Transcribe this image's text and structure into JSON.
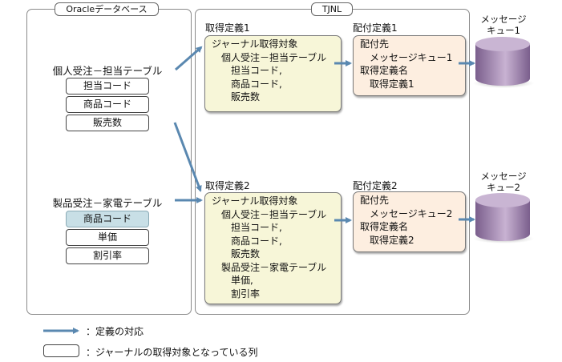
{
  "oracle_db": {
    "label": "Oracleデータベース",
    "tables": [
      {
        "name": "個人受注－担当テーブル",
        "columns": [
          {
            "name": "担当コード",
            "highlighted": false
          },
          {
            "name": "商品コード",
            "highlighted": false
          },
          {
            "name": "販売数",
            "highlighted": false
          }
        ]
      },
      {
        "name": "製品受注－家電テーブル",
        "columns": [
          {
            "name": "商品コード",
            "highlighted": true
          },
          {
            "name": "単価",
            "highlighted": false
          },
          {
            "name": "割引率",
            "highlighted": false
          }
        ]
      }
    ]
  },
  "tjnl": {
    "label": "TJNL",
    "acquisition_defs": [
      {
        "title": "取得定義1",
        "lines": [
          {
            "text": "ジャーナル取得対象",
            "indent": 0
          },
          {
            "text": "個人受注－担当テーブル",
            "indent": 1
          },
          {
            "text": "担当コード,",
            "indent": 2
          },
          {
            "text": "商品コード,",
            "indent": 2
          },
          {
            "text": "販売数",
            "indent": 2
          }
        ]
      },
      {
        "title": "取得定義2",
        "lines": [
          {
            "text": "ジャーナル取得対象",
            "indent": 0
          },
          {
            "text": "個人受注－担当テーブル",
            "indent": 1
          },
          {
            "text": "担当コード,",
            "indent": 2
          },
          {
            "text": "商品コード,",
            "indent": 2
          },
          {
            "text": "販売数",
            "indent": 2
          },
          {
            "text": "製品受注－家電テーブル",
            "indent": 1
          },
          {
            "text": "単価,",
            "indent": 2
          },
          {
            "text": "割引率",
            "indent": 2
          }
        ]
      }
    ],
    "distribution_defs": [
      {
        "title": "配付定義1",
        "lines": [
          {
            "text": "配付先",
            "indent": 0
          },
          {
            "text": "メッセージキュー1",
            "indent": 1
          },
          {
            "text": "取得定義名",
            "indent": 0
          },
          {
            "text": "取得定義1",
            "indent": 1
          }
        ]
      },
      {
        "title": "配付定義2",
        "lines": [
          {
            "text": "配付先",
            "indent": 0
          },
          {
            "text": "メッセージキュー2",
            "indent": 1
          },
          {
            "text": "取得定義名",
            "indent": 0
          },
          {
            "text": "取得定義2",
            "indent": 1
          }
        ]
      }
    ]
  },
  "queues": [
    {
      "line1": "メッセージ",
      "line2": "キュー1"
    },
    {
      "line1": "メッセージ",
      "line2": "キュー2"
    }
  ],
  "legend": {
    "arrow_text": "：定義の対応",
    "box_text": "：ジャーナルの取得対象となっている列"
  },
  "colors": {
    "arrow": "#5a88b0",
    "db_cylinder": "#3a6d9e",
    "queue_cylinder": "#9a82a8",
    "acq_box": "#f7f6d8",
    "dist_box": "#fdeee0",
    "highlight_column": "#c8dfe6"
  }
}
